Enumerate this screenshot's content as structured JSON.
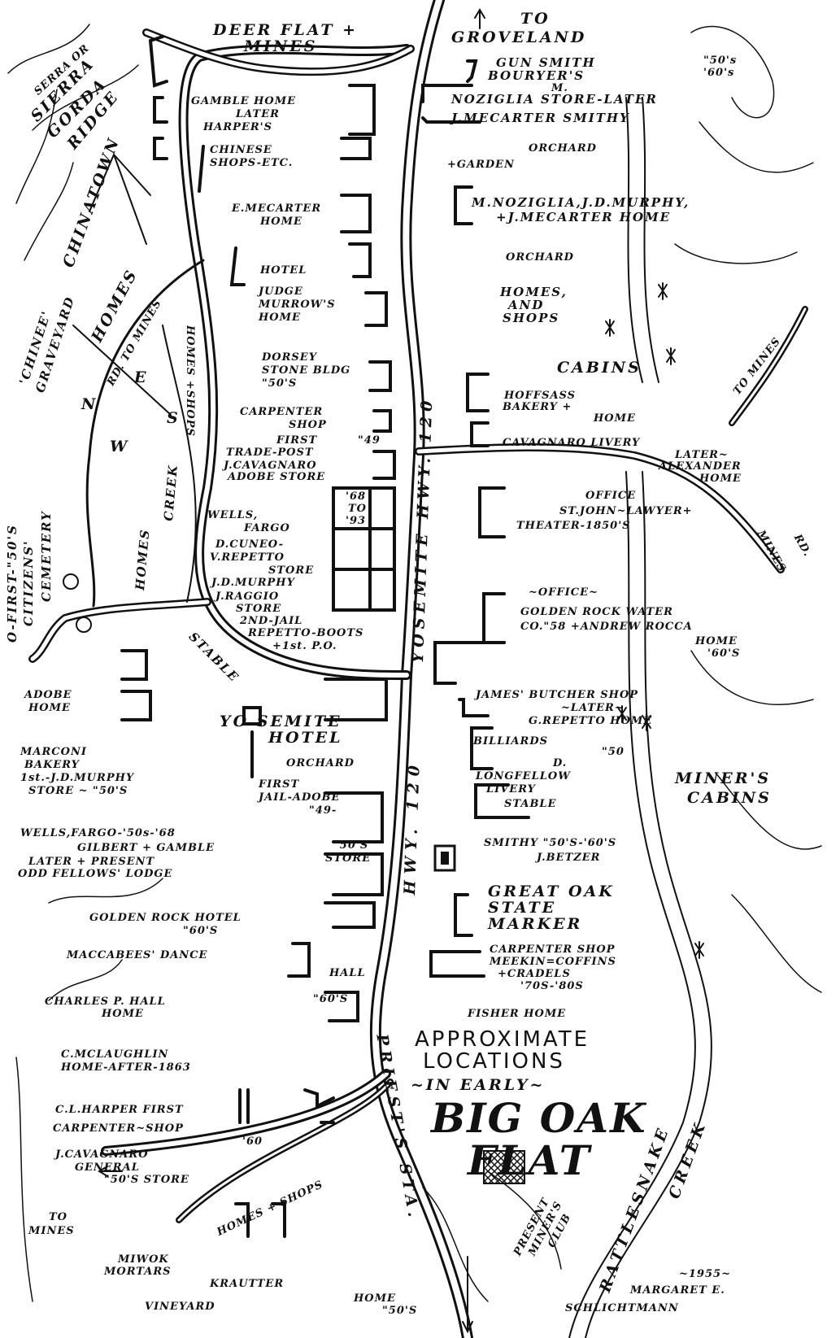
{
  "title": {
    "line1": "APPROXIMATE",
    "line2": "LOCATIONS",
    "line3": "~IN EARLY~",
    "line4": "BIG OAK",
    "line5": "FLAT"
  },
  "credit": {
    "year": "~1955~",
    "author1": "MARGARET E.",
    "author2": "SCHLICHTMANN"
  },
  "roads": {
    "deer_flat_1": "DEER FLAT +",
    "deer_flat_2": "MINES",
    "groveland_1": "TO",
    "groveland_2": "GROVELAND",
    "hwy_upper": "YOSEMITE HWY. 120",
    "hwy_lower": "HWY. 120",
    "priests": "PRIEST'S STA.",
    "to_mines_right": "TO MINES",
    "rd_mines_1": "RD.",
    "rd_mines_2": "MINES",
    "rd_to_mines": "RD. TO MINES",
    "to_mines_left_1": "TO",
    "to_mines_left_2": "MINES",
    "homes_shops_road": "HOMES + SHOPS"
  },
  "areas": {
    "ridge_1": "SERRA OR",
    "ridge_2": "SIERRA",
    "ridge_3": "GORDA",
    "ridge_4": "RIDGE",
    "chinatown": "CHINATOWN",
    "graveyard_1": "'CHINEE'",
    "graveyard_2": "GRAVEYARD",
    "homes_left": "HOMES",
    "homes_shops_vert": "HOMES +SHOPS",
    "creek": "CREEK",
    "homes_creek": "HOMES",
    "cemetery_1": "O-FIRST-\"50'S",
    "cemetery_2": "CITIZENS'",
    "cemetery_3": "CEMETERY",
    "stable": "STABLE",
    "rattlesnake_1": "RATTLESNAKE",
    "rattlesnake_2": "CREEK",
    "miners_club_1": "PRESENT",
    "miners_club_2": "MINER'S",
    "miners_club_3": "CLUB",
    "compass_n": "N",
    "compass_e": "E",
    "compass_w": "W",
    "compass_s": "S"
  },
  "center": {
    "gamble_1": "GAMBLE HOME",
    "gamble_2": "LATER",
    "gamble_3": "HARPER'S",
    "chinese_1": "CHINESE",
    "chinese_2": "SHOPS-ETC.",
    "emecarter_1": "E.MECARTER",
    "emecarter_2": "HOME",
    "hotel": "HOTEL",
    "judge_1": "JUDGE",
    "judge_2": "MURROW'S",
    "judge_3": "HOME",
    "dorsey_1": "DORSEY",
    "dorsey_2": "STONE BLDG",
    "dorsey_3": "\"50'S",
    "carpenter_1": "CARPENTER",
    "carpenter_2": "SHOP",
    "first": "FIRST",
    "y49": "\"49",
    "trade": "TRADE-POST",
    "jcav": "J.CAVAGNARO",
    "adobe_store": "ADOBE STORE",
    "wells_1": "WELLS,",
    "wells_2": "FARGO",
    "y68": "'68",
    "to": "TO",
    "y93": "'93",
    "cuneo_1": "D.CUNEO-",
    "cuneo_2": "V.REPETTO",
    "cuneo_3": "STORE",
    "jdmurphy": "J.D.MURPHY",
    "raggio_1": "J.RAGGIO",
    "raggio_2": "STORE",
    "jail2": "2ND-JAIL",
    "boots": "REPETTO-BOOTS",
    "po": "+1st. P.O."
  },
  "right": {
    "gunsmith": "GUN SMITH",
    "bouryer": "BOURYER'S",
    "y5060_1": "\"50's",
    "y5060_2": "'60's",
    "m": "M.",
    "noziglia": "NOZIGLIA STORE-LATER",
    "smithy": "J.MECARTER SMITHY",
    "orchard1": "ORCHARD",
    "garden": "+GARDEN",
    "murphy_1": "M.NOZIGLIA,J.D.MURPHY,",
    "murphy_2": "+J.MECARTER HOME",
    "orchard2": "ORCHARD",
    "homes_1": "HOMES,",
    "homes_2": "AND",
    "homes_3": "SHOPS",
    "cabins": "CABINS",
    "hoffsass_1": "HOFFSASS",
    "hoffsass_2": "BAKERY +",
    "hoffsass_3": "HOME",
    "livery": "CAVAGNARO LIVERY",
    "alex_1": "LATER~",
    "alex_2": "ALEXANDER",
    "alex_3": "HOME",
    "office1": "OFFICE",
    "stjohn": "ST.JOHN~LAWYER+",
    "theater": "THEATER-1850'S",
    "office2": "~OFFICE~",
    "golden_1": "GOLDEN ROCK WATER",
    "golden_2": "CO.\"58 +ANDREW ROCCA",
    "golden_3": "HOME",
    "golden_4": "'60'S",
    "butcher_1": "JAMES' BUTCHER SHOP",
    "butcher_2": "~LATER~",
    "butcher_3": "G.REPETTO  HOME",
    "billiards": "BILLIARDS",
    "y50": "\"50",
    "long_1": "D.",
    "long_2": "LONGFELLOW",
    "long_3": "LIVERY",
    "long_4": "STABLE",
    "miners_1": "MINER'S",
    "miners_2": "CABINS",
    "smithy2": "SMITHY \"50'S-'60'S",
    "betzer": "J.BETZER",
    "oak_1": "GREAT OAK",
    "oak_2": "STATE",
    "oak_3": "MARKER",
    "meekin_1": "CARPENTER SHOP",
    "meekin_2": "MEEKIN=COFFINS",
    "meekin_3": "+CRADELS",
    "meekin_4": "'70S-'80S",
    "fisher": "FISHER HOME"
  },
  "left": {
    "adobe_1": "ADOBE",
    "adobe_2": "HOME",
    "marconi_1": "MARCONI",
    "marconi_2": "BAKERY",
    "marconi_3": "1st.-J.D.MURPHY",
    "marconi_4": "STORE ~ \"50'S",
    "yos_1": "YO SEMITE",
    "yos_2": "HOTEL",
    "orchard": "ORCHARD",
    "jail_1": "FIRST",
    "jail_2": "JAIL-ADOBE",
    "jail_3": "\"49-",
    "wf": "WELLS,FARGO-'50s-'68",
    "gilbert": "GILBERT + GAMBLE",
    "store50_1": "\"50'S",
    "store50_2": "STORE",
    "later": "LATER + PRESENT",
    "oddf": "ODD FELLOWS' LODGE",
    "grh_1": "GOLDEN ROCK HOTEL",
    "grh_2": "\"60'S",
    "macc_1": "MACCABEES' DANCE",
    "macc_2": "HALL",
    "hall_1": "CHARLES P. HALL",
    "hall_2": "HOME",
    "hall_3": "\"60'S",
    "mcl_1": "C.MCLAUGHLIN",
    "mcl_2": "HOME-AFTER-1863",
    "harper_1": "C.L.HARPER  FIRST",
    "harper_2": "CARPENTER~SHOP",
    "y60": "'60",
    "gen_1": "J.CAVAGNARO",
    "gen_2": "GENERAL",
    "gen_3": "\"50'S STORE",
    "miwok_1": "MIWOK",
    "miwok_2": "MORTARS",
    "kraut": "KRAUTTER",
    "vine": "VINEYARD",
    "khome_1": "HOME",
    "khome_2": "\"50'S"
  }
}
